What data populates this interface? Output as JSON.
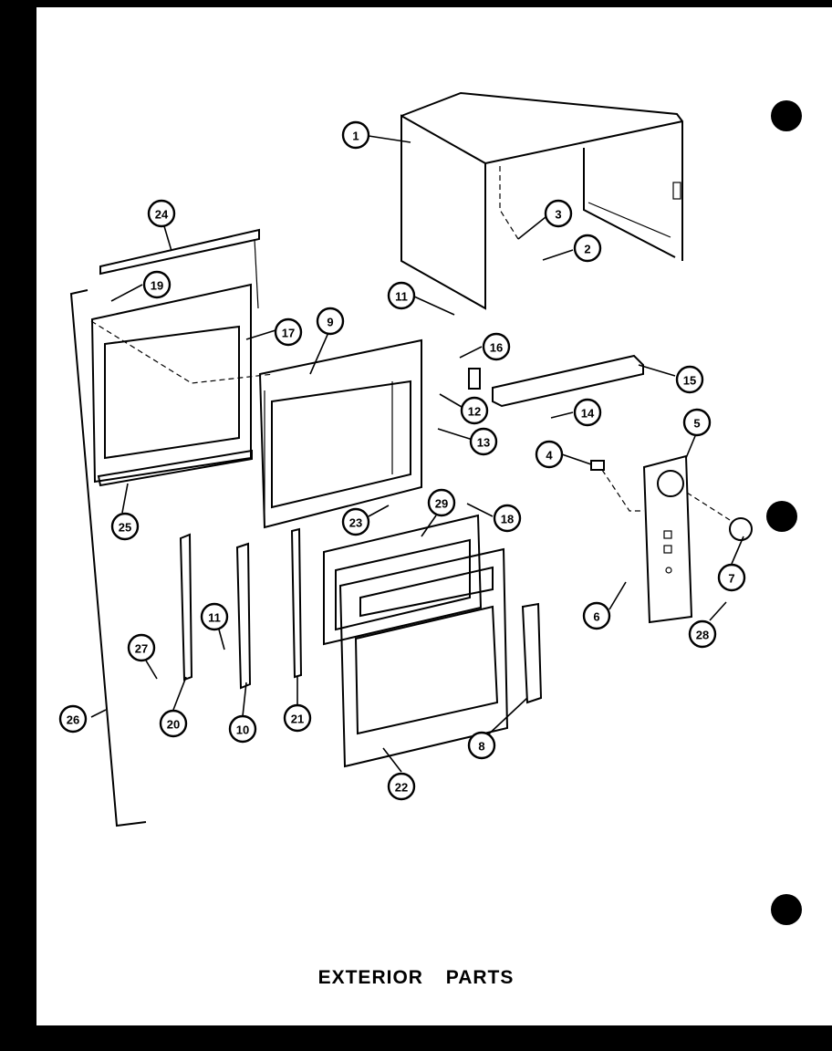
{
  "title": "EXTERIOR PARTS",
  "callouts": [
    {
      "id": "c1",
      "label": "1"
    },
    {
      "id": "c2",
      "label": "2"
    },
    {
      "id": "c3",
      "label": "3"
    },
    {
      "id": "c4",
      "label": "4"
    },
    {
      "id": "c5",
      "label": "5"
    },
    {
      "id": "c6",
      "label": "6"
    },
    {
      "id": "c7",
      "label": "7"
    },
    {
      "id": "c8",
      "label": "8"
    },
    {
      "id": "c9",
      "label": "9"
    },
    {
      "id": "c10",
      "label": "10"
    },
    {
      "id": "c11a",
      "label": "11"
    },
    {
      "id": "c11b",
      "label": "11"
    },
    {
      "id": "c12",
      "label": "12"
    },
    {
      "id": "c13",
      "label": "13"
    },
    {
      "id": "c14",
      "label": "14"
    },
    {
      "id": "c15",
      "label": "15"
    },
    {
      "id": "c16",
      "label": "16"
    },
    {
      "id": "c17",
      "label": "17"
    },
    {
      "id": "c18",
      "label": "18"
    },
    {
      "id": "c19",
      "label": "19"
    },
    {
      "id": "c20",
      "label": "20"
    },
    {
      "id": "c21",
      "label": "21"
    },
    {
      "id": "c22",
      "label": "22"
    },
    {
      "id": "c23",
      "label": "23"
    },
    {
      "id": "c24",
      "label": "24"
    },
    {
      "id": "c25",
      "label": "25"
    },
    {
      "id": "c26",
      "label": "26"
    },
    {
      "id": "c27",
      "label": "27"
    },
    {
      "id": "c28",
      "label": "28"
    },
    {
      "id": "c29",
      "label": "29"
    }
  ]
}
